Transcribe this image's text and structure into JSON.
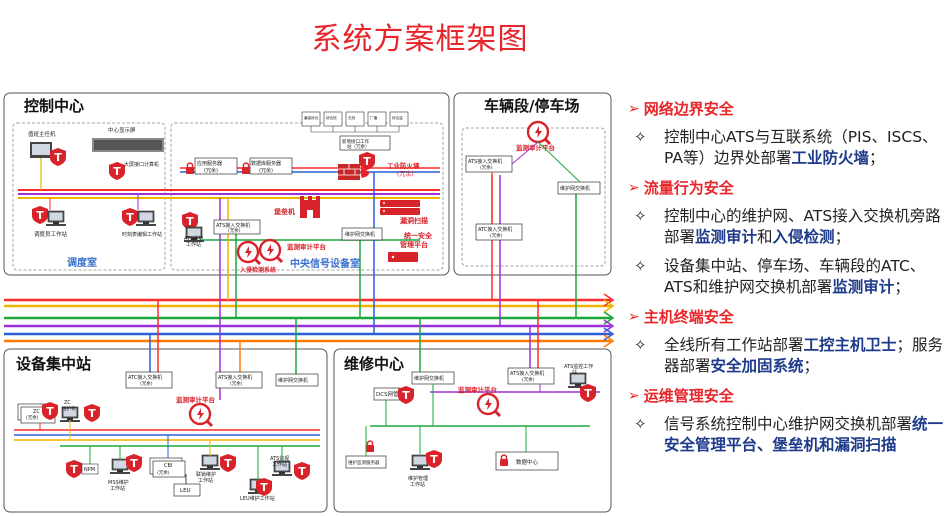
{
  "title": "系统方案框架图",
  "regions": {
    "control_center": "控制中心",
    "depot": "车辆段/停车场",
    "equipment_station": "设备集中站",
    "maintenance_center": "维修中心",
    "dispatch_room": "调度室",
    "signal_equipment_room": "中央信号设备室"
  },
  "devices": {
    "duty_officer": "值班主任机",
    "center_display": "中心显示屏",
    "big_screen_pc": "大屏接口计算机",
    "dispatcher_ws": "调度员工作站",
    "timetable_ws": "时刻表编辑工作站",
    "app_server": "应用服务器\n(冗余)",
    "db_server": "数据库服务器\n(冗余)",
    "new_interconnect_ws": "新增接口工作站（冗余）",
    "comm1": "廉量综合服务",
    "comm2": "综合信服务",
    "comm3": "无线服务",
    "comm4": "广播服务",
    "comm5": "综合监控服务",
    "ats_maint_ws": "ATS维护工作站",
    "ats_access_switch": "ATS接入交换机\n(冗余)",
    "maint_switch": "维护网交换机",
    "unified_platform": "统一安全\n管理平台",
    "depot_ats_switch": "ATS接入交换机\n(冗余)",
    "depot_maint_switch": "维护网交换机",
    "depot_atc_switch": "ATC接入交换机\n(冗余)",
    "eq_atc_switch": "ATC接入交换机\n(冗余)",
    "eq_ats_switch": "ATS接入交换机\n(冗余)",
    "eq_maint_switch": "维护网交换机",
    "zc1": "ZC\n(冗余)",
    "zc2": "ZC\n维护机",
    "npm": "NPM",
    "mss_ws": "MSS维护\n工作站",
    "cbi": "CBI\n(冗余)",
    "cbi_ws": "联锁维护\n工作站",
    "ats_monitor": "ATS监视\n工作站",
    "leu": "LEU",
    "leu_ws": "LEU维护工作站",
    "dcs": "DCS网管",
    "mc_switch": "维护网交换机",
    "mc_ats_switch": "ATS接入交换机\n(冗余)",
    "mc_ats_ws": "ATS监控工作站",
    "mc_server": "维护监测服务器",
    "mc_ws": "维护管理工作站",
    "data_center": "数据中心"
  },
  "security_labels": {
    "firewall": "工业防火墙\n(冗余)",
    "bastion": "堡垒机",
    "vuln_scan": "漏洞扫描",
    "audit_cc": "监测审计平台",
    "ids": "入侵检测系统",
    "audit_depot": "监测审计平台",
    "audit_eq": "监测审计平台",
    "audit_mc": "监测审计平台"
  },
  "sections": [
    {
      "marker": "➢",
      "title": "网络边界安全",
      "points": [
        {
          "bullet": "✧",
          "parts": [
            {
              "text": "控制中心ATS与互联系统（PIS、ISCS、PA等）边界处部署",
              "hl": false
            },
            {
              "text": "工业防火墙",
              "hl": true
            },
            {
              "text": "；",
              "hl": false
            }
          ]
        }
      ]
    },
    {
      "marker": "➢",
      "title": "流量行为安全",
      "points": [
        {
          "bullet": "✧",
          "parts": [
            {
              "text": "控制中心的维护网、ATS接入交换机旁路部署",
              "hl": false
            },
            {
              "text": "监测审计",
              "hl": true
            },
            {
              "text": "和",
              "hl": false
            },
            {
              "text": "入侵检测",
              "hl": true
            },
            {
              "text": "；",
              "hl": false
            }
          ]
        },
        {
          "bullet": "✧",
          "parts": [
            {
              "text": "设备集中站、停车场、车辆段的ATC、ATS和维护网交换机部署",
              "hl": false
            },
            {
              "text": "监测审计",
              "hl": true
            },
            {
              "text": "；",
              "hl": false
            }
          ]
        }
      ]
    },
    {
      "marker": "➢",
      "title": "主机终端安全",
      "points": [
        {
          "bullet": "✧",
          "parts": [
            {
              "text": "全线所有工作站部署",
              "hl": false
            },
            {
              "text": "工控主机卫士",
              "hl": true
            },
            {
              "text": "；服务器部署",
              "hl": false
            },
            {
              "text": "安全加固系统",
              "hl": true
            },
            {
              "text": "；",
              "hl": false
            }
          ]
        }
      ]
    },
    {
      "marker": "➢",
      "title": "运维管理安全",
      "points": [
        {
          "bullet": "✧",
          "parts": [
            {
              "text": "信号系统控制中心维护网交换机部署",
              "hl": false
            },
            {
              "text": "统一安全管理平台、堡垒机和漏洞扫描",
              "hl": true
            }
          ]
        }
      ]
    }
  ],
  "colors": {
    "title": "#e8252a",
    "accent_red": "#e8252a",
    "highlight": "#1e3a8a",
    "bus_red": "#ff2a2a",
    "bus_green": "#1aa83a",
    "bus_blue": "#2b5fd9",
    "bus_purple": "#9b30d9",
    "bus_yellow": "#f0b400",
    "bus_orange": "#ff7a00"
  }
}
